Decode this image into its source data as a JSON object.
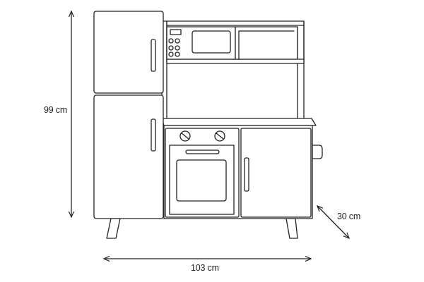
{
  "dimensions": {
    "height": "99 cm",
    "width": "103 cm",
    "depth": "30 cm"
  },
  "colors": {
    "line": "#222222",
    "background": "#ffffff"
  },
  "icons": [
    "double-arrow-vertical",
    "double-arrow-horizontal",
    "double-arrow-diagonal"
  ]
}
